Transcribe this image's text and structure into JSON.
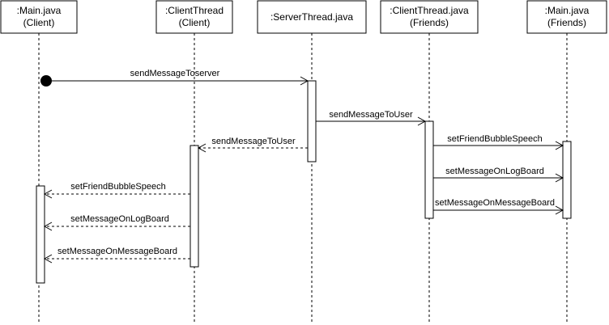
{
  "participants": [
    {
      "line1": ":Main.java",
      "line2": "(Client)"
    },
    {
      "line1": ":ClientThread",
      "line2": "(Client)"
    },
    {
      "line1": ":ServerThread.java",
      "line2": ""
    },
    {
      "line1": ":ClientThread.java",
      "line2": "(Friends)"
    },
    {
      "line1": ":Main.java",
      "line2": "(Friends)"
    }
  ],
  "messages": [
    {
      "label": "sendMessageToserver",
      "style": "solid"
    },
    {
      "label": "sendMessageToUser",
      "style": "solid"
    },
    {
      "label": "setFriendBubbleSpeech",
      "style": "solid"
    },
    {
      "label": "sendMessageToUser",
      "style": "dashed"
    },
    {
      "label": "setMessageOnLogBoard",
      "style": "solid"
    },
    {
      "label": "setFriendBubbleSpeech",
      "style": "dashed"
    },
    {
      "label": "setMessageOnMessageBoard",
      "style": "solid"
    },
    {
      "label": "setMessageOnLogBoard",
      "style": "dashed"
    },
    {
      "label": "setMessageOnMessageBoard",
      "style": "dashed"
    }
  ]
}
